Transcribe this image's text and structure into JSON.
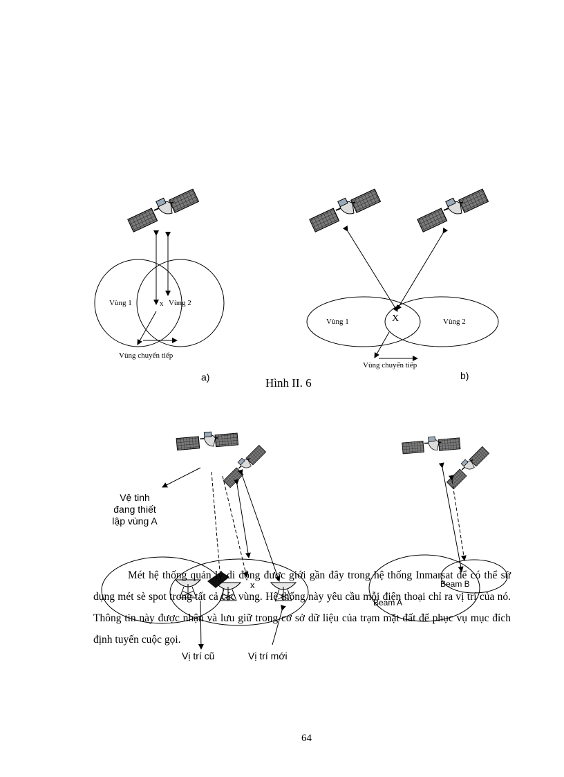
{
  "figure_top": {
    "a": {
      "zone1": "Vùng 1",
      "zone2": "Vùng 2",
      "handover": "Vùng chuyển tiếp",
      "mark": "x",
      "label": "a)"
    },
    "b": {
      "zone1": "Vùng 1",
      "zone2": "Vùng 2",
      "handover": "Vùng chuyển tiếp",
      "mark": "X",
      "label": "b)"
    },
    "caption": "Hình II. 6"
  },
  "figure_bottom": {
    "satellite_note_line1": "Vệ tinh",
    "satellite_note_line2": "đang thiết",
    "satellite_note_line3": "lập vùng A",
    "mark": "x",
    "old_position": "Vị trí cũ",
    "new_position": "Vị trí mới",
    "beam_a": "Beam A",
    "beam_b": "Beam B"
  },
  "paragraph": "Mét hệ thống quản lý di động được giới gần đây trong hệ thống Inmarsat để có thể sử dụng mét sè spot trong tất cả các vùng. Hệ thống này yêu cầu mỗi điện thoại chỉ ra vị trí của nó. Thông tin này được nhận và lưu giữ trong cơ sở dữ liệu của trạm mặt đất để phục vụ mục đích định tuyến cuộc gọi.",
  "page_number": "64"
}
